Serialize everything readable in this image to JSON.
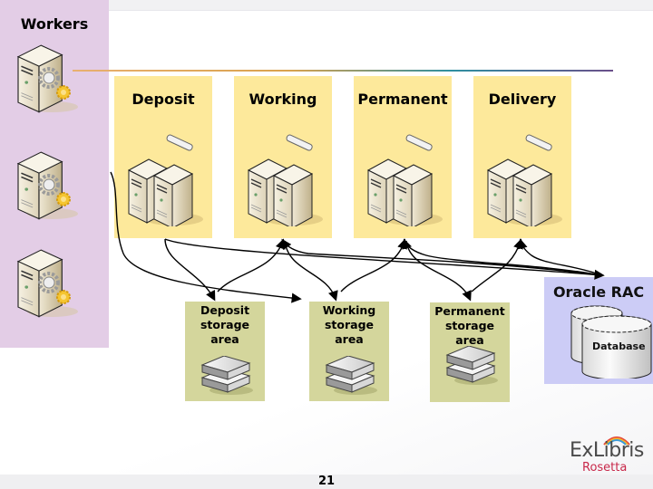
{
  "slide": {
    "page_number": "21"
  },
  "workers": {
    "title": "Workers",
    "servers": [
      {
        "icon": "worker-server-icon"
      },
      {
        "icon": "worker-server-icon"
      },
      {
        "icon": "worker-server-icon"
      }
    ]
  },
  "app_servers": [
    {
      "label": "Deposit",
      "icon": "server-cluster-icon"
    },
    {
      "label": "Working",
      "icon": "server-cluster-icon"
    },
    {
      "label": "Permanent",
      "icon": "server-cluster-icon"
    },
    {
      "label": "Delivery",
      "icon": "server-cluster-icon"
    }
  ],
  "storage_areas": [
    {
      "label_lines": [
        "Deposit",
        "storage",
        "area"
      ],
      "icon": "storage-array-icon"
    },
    {
      "label_lines": [
        "Working",
        "storage",
        "area"
      ],
      "icon": "storage-array-icon"
    },
    {
      "label_lines": [
        "Permanent",
        "storage area"
      ],
      "icon": "storage-array-icon"
    }
  ],
  "database": {
    "title": "Oracle RAC",
    "label": "Database",
    "icon": "database-cylinder-icon"
  },
  "logo": {
    "brand": "ExLibris",
    "product": "Rosetta",
    "colors": {
      "brand": "#4a4a4a",
      "product": "#c8284a"
    }
  },
  "colors": {
    "workers_panel": "#e3cde6",
    "app_box": "#fde99b",
    "storage_box": "#d4d69c",
    "oracle_box": "#ccccf6"
  }
}
